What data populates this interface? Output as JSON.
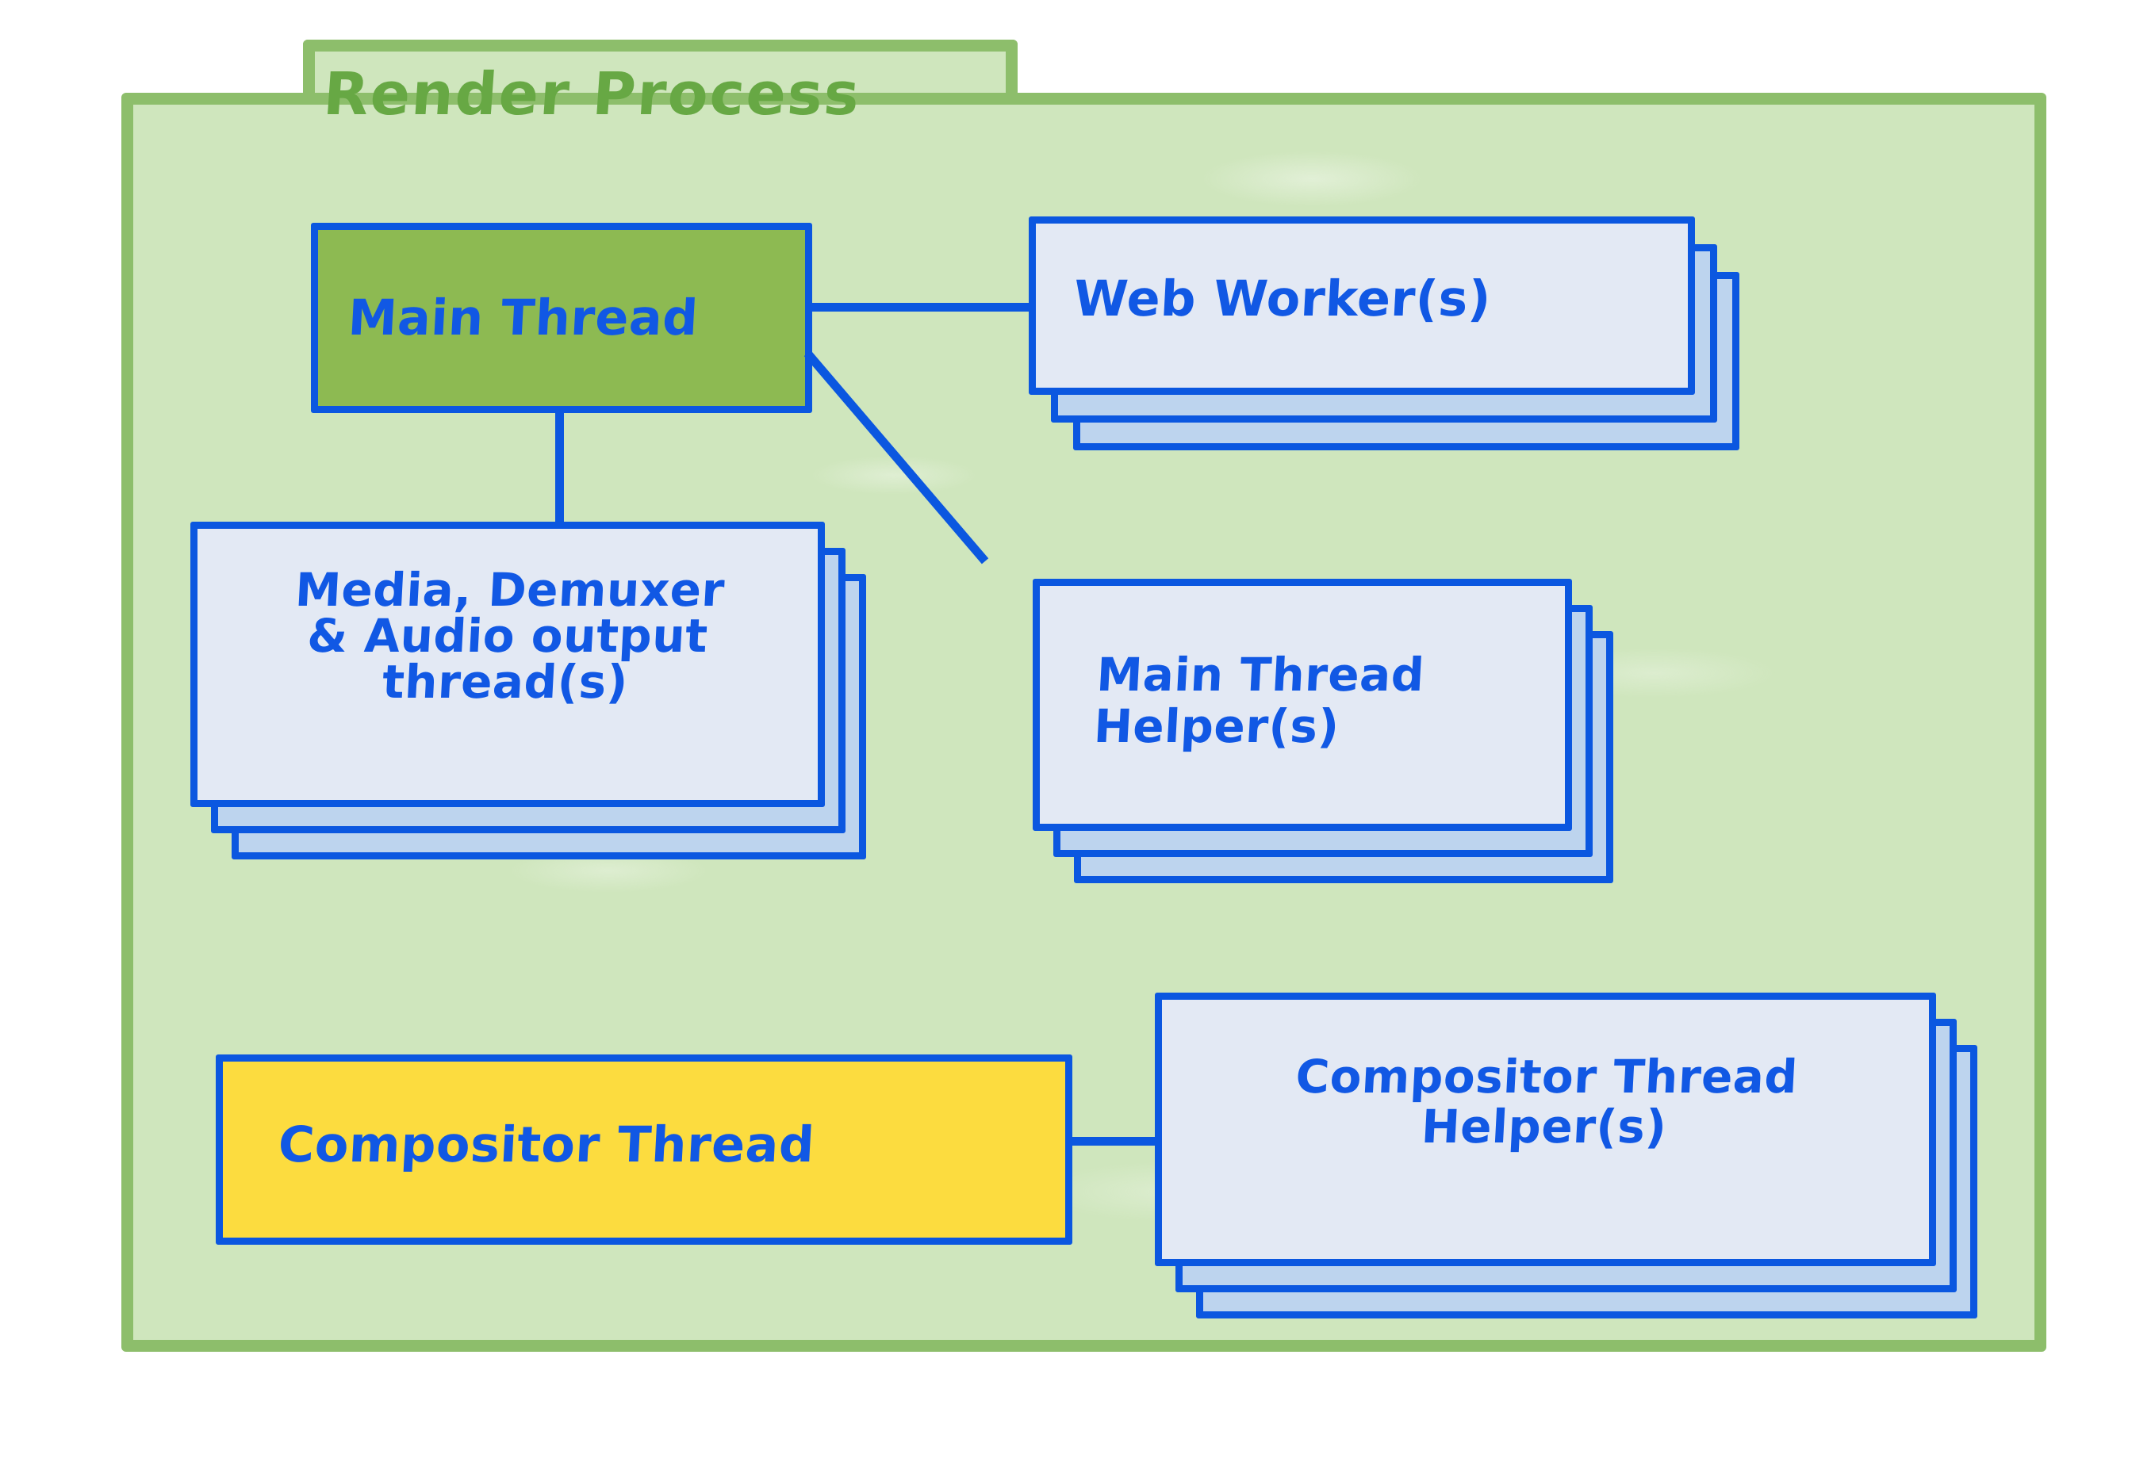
{
  "diagram": {
    "title": "Render Process",
    "title_color": "#67a844",
    "panel_fill": "#cfe6bd",
    "panel_border": "#8dbe6b",
    "node_border_color": "#0b57e0",
    "node_text_color": "#1158e4",
    "nodes": [
      {
        "id": "main-thread",
        "label": "Main Thread",
        "fill": "#8dba52",
        "stacked": false
      },
      {
        "id": "web-worker",
        "label": "Web Worker(s)",
        "fill": "#e3e9f4",
        "stack_fill": "#bdd4ee",
        "stacked": true,
        "stack_count": 3
      },
      {
        "id": "media-demuxer-audio",
        "label": "Media, Demuxer\n& Audio output\nthread(s)",
        "fill": "#e3e9f4",
        "stack_fill": "#bdd4ee",
        "stacked": true,
        "stack_count": 3
      },
      {
        "id": "main-thread-helper",
        "label": "Main Thread\n Helper(s)",
        "fill": "#e3e9f4",
        "stack_fill": "#bdd4ee",
        "stacked": true,
        "stack_count": 3
      },
      {
        "id": "compositor-thread",
        "label": "Compositor Thread",
        "fill": "#fcdc3f",
        "stacked": false
      },
      {
        "id": "compositor-thread-helper",
        "label": "Compositor Thread\nHelper(s)",
        "fill": "#e3e9f4",
        "stack_fill": "#bdd4ee",
        "stacked": true,
        "stack_count": 3
      }
    ],
    "connectors": [
      {
        "id": "main-thread-to-web-worker",
        "from": "main-thread",
        "to": "web-worker",
        "kind": "horizontal"
      },
      {
        "id": "main-thread-to-media",
        "from": "main-thread",
        "to": "media-demuxer-audio",
        "kind": "vertical"
      },
      {
        "id": "main-thread-to-main-thread-helper",
        "from": "main-thread",
        "to": "main-thread-helper",
        "kind": "diagonal"
      },
      {
        "id": "compositor-thread-to-compositor-thread-helper",
        "from": "compositor-thread",
        "to": "compositor-thread-helper",
        "kind": "horizontal"
      }
    ]
  }
}
